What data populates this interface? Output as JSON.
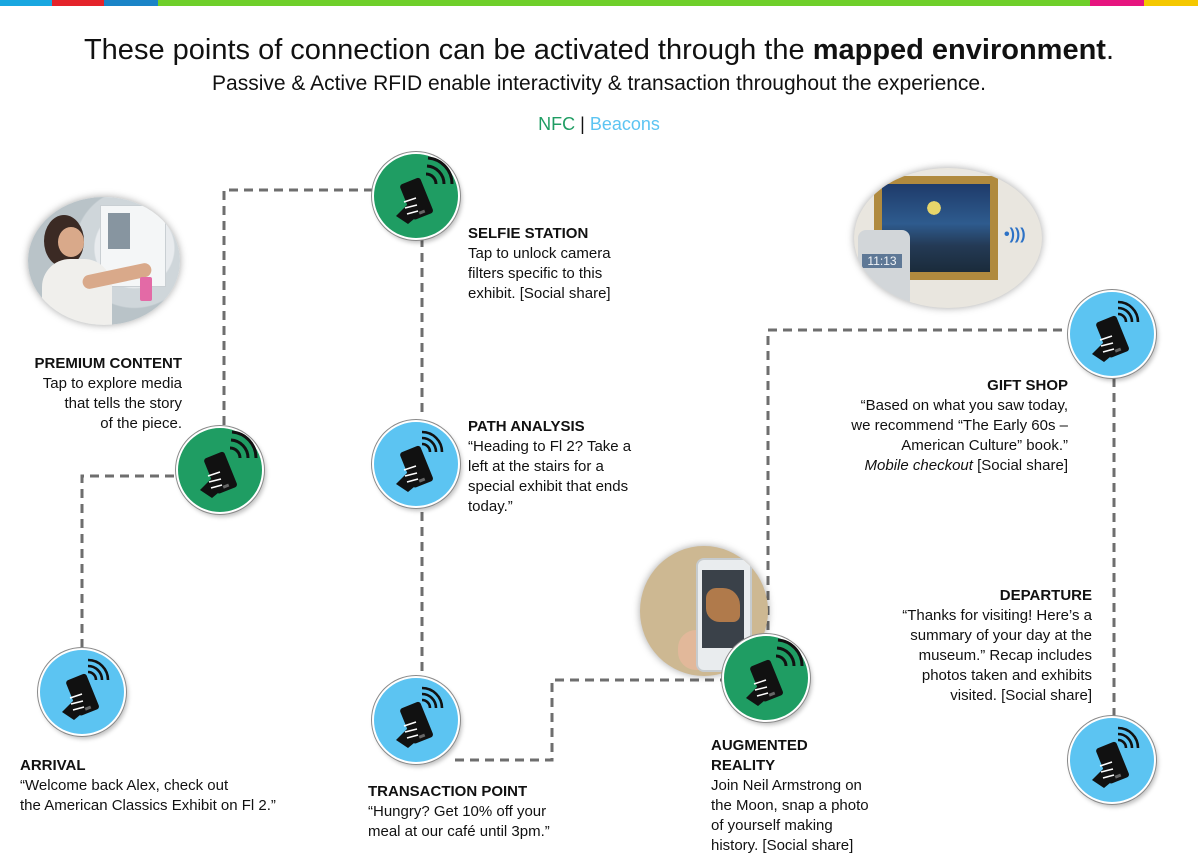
{
  "colors": {
    "nfc": "#1f9d63",
    "beacons": "#5cc4f2",
    "line": "#6e6e6e",
    "topbar": [
      "#19a7e0",
      "#e4232a",
      "#1a84c7",
      "#6fcf2a",
      "#e6157f",
      "#f5c800"
    ]
  },
  "header": {
    "title_prefix": "These points of connection can be activated through the ",
    "title_bold": "mapped environment",
    "title_suffix": ".",
    "subtitle": "Passive & Active RFID enable interactivity & transaction throughout the experience."
  },
  "legend": {
    "nfc": "NFC",
    "separator": " | ",
    "beacons": "Beacons"
  },
  "nodes": {
    "premium": {
      "type": "nfc",
      "icon": "phone-tap-icon"
    },
    "selfie": {
      "type": "nfc",
      "icon": "phone-tap-icon"
    },
    "path": {
      "type": "beacons",
      "icon": "phone-signal-icon"
    },
    "arrival": {
      "type": "beacons",
      "icon": "phone-signal-icon"
    },
    "transaction": {
      "type": "beacons",
      "icon": "phone-signal-icon"
    },
    "augmented": {
      "type": "nfc",
      "icon": "phone-tap-icon"
    },
    "gift": {
      "type": "beacons",
      "icon": "phone-signal-icon"
    },
    "departure": {
      "type": "beacons",
      "icon": "phone-signal-icon"
    }
  },
  "photos": {
    "premium": {
      "title": "visitor-exploring-media-photo"
    },
    "augmented": {
      "title": "phone-augmented-reality-photo",
      "screen": ""
    },
    "gift": {
      "title": "starry-night-painting-photo",
      "time": "11:13",
      "symbol": "ʙ"
    }
  },
  "labels": {
    "premium": {
      "title": "PREMIUM CONTENT",
      "lines": [
        "Tap to explore media",
        "that tells the story",
        "of the piece."
      ]
    },
    "selfie": {
      "title": "SELFIE STATION",
      "lines": [
        "Tap to unlock camera",
        "filters specific to this",
        "exhibit. [Social share]"
      ]
    },
    "path": {
      "title": "PATH ANALYSIS",
      "lines": [
        "“Heading to Fl 2? Take a",
        "left at the stairs for a",
        "special exhibit that ends",
        "today.”"
      ]
    },
    "arrival": {
      "title": "ARRIVAL",
      "lines": [
        "“Welcome back Alex, check out",
        "the American Classics Exhibit on Fl 2.”"
      ]
    },
    "transaction": {
      "title": "TRANSACTION POINT",
      "lines": [
        "“Hungry? Get 10% off your",
        "meal at our café until 3pm.”"
      ]
    },
    "augmented": {
      "title1": "AUGMENTED",
      "title2": "REALITY",
      "lines": [
        "Join Neil Armstrong on",
        "the Moon, snap a photo",
        "of yourself making",
        "history. [Social share]"
      ]
    },
    "gift": {
      "title": "GIFT SHOP",
      "lines": [
        "“Based on what you saw today,",
        "we recommend “The Early 60s –",
        "American Culture” book.”"
      ],
      "last_italic": "Mobile checkout",
      "last_rest": " [Social share]"
    },
    "departure": {
      "title": "DEPARTURE",
      "lines": [
        "“Thanks for visiting! Here’s a",
        "summary of your day at the",
        "museum.” Recap includes",
        "photos taken and exhibits",
        "visited. [Social share]"
      ]
    }
  }
}
